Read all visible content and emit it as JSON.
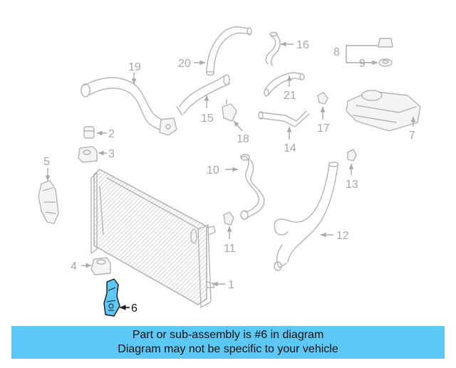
{
  "diagram": {
    "highlight_color": "#5bc8f5",
    "highlighted_part": "6",
    "callouts": [
      "1",
      "2",
      "3",
      "4",
      "5",
      "6",
      "7",
      "8",
      "9",
      "10",
      "11",
      "12",
      "13",
      "14",
      "15",
      "16",
      "17",
      "18",
      "19",
      "20",
      "21"
    ]
  },
  "banner": {
    "line1": "Part or sub-assembly is #6 in diagram",
    "line2": "Diagram may not be specific to your vehicle",
    "background": "#5bc8f5"
  }
}
